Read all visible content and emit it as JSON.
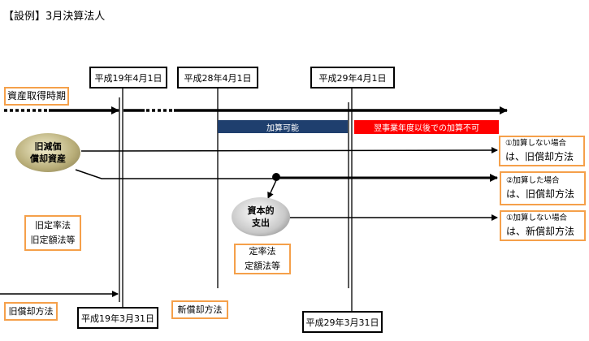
{
  "title": "【設例】3月決算法人",
  "dates_top": [
    "平成19年4月1日",
    "平成28年4月1日",
    "平成29年4月1日"
  ],
  "dates_bottom": [
    "平成19年3月31日",
    "平成29年3月31日"
  ],
  "acquisition_label": "資産取得時期",
  "bars": {
    "allowed": "加算可能",
    "not_allowed": "翌事業年度以後での加算不可",
    "colors": {
      "allowed": "#1f3f6e",
      "not_allowed": "#ff0000"
    }
  },
  "ovals": {
    "old_asset": [
      "旧減価",
      "償却資産"
    ],
    "capital": [
      "資本的",
      "支出"
    ]
  },
  "methods": {
    "old": [
      "旧定率法",
      "旧定額法等"
    ],
    "new": [
      "定率法",
      "定額法等"
    ]
  },
  "outcomes": [
    {
      "line1": "①加算しない場合",
      "line2": "は、旧償却方法"
    },
    {
      "line1": "②加算した場合",
      "line2": "は、旧償却方法"
    },
    {
      "line1": "①加算しない場合",
      "line2": "は、新償却方法"
    }
  ],
  "periods": {
    "old": "旧償却方法",
    "new": "新償却方法"
  },
  "accent": "#f5a04a"
}
